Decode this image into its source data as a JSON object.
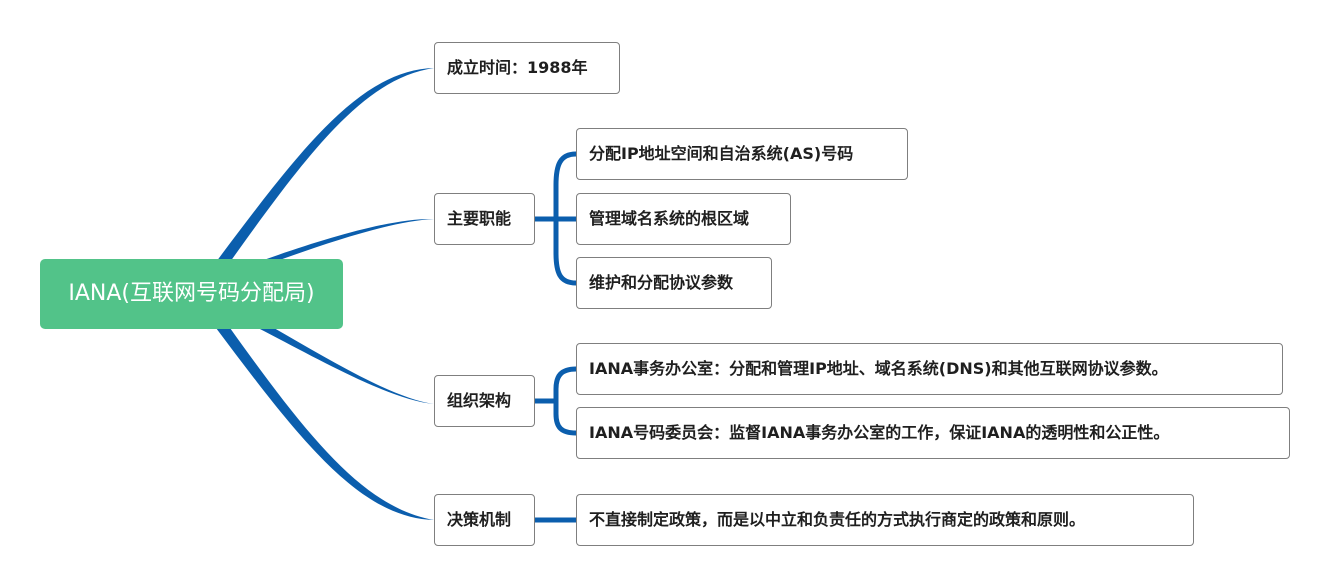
{
  "root": "IANA(互联网号码分配局)",
  "branches": {
    "founded": "成立时间：1988年",
    "functions": {
      "label": "主要职能",
      "items": [
        "分配IP地址空间和自治系统(AS)号码",
        "管理域名系统的根区域",
        "维护和分配协议参数"
      ]
    },
    "structure": {
      "label": "组织架构",
      "items": [
        "IANA事务办公室：分配和管理IP地址、域名系统(DNS)和其他互联网协议参数。",
        "IANA号码委员会：监督IANA事务办公室的工作，保证IANA的透明性和公正性。"
      ]
    },
    "decision": {
      "label": "决策机制",
      "items": [
        "不直接制定政策，而是以中立和负责任的方式执行商定的政策和原则。"
      ]
    }
  },
  "colors": {
    "connector": "#0b5ead",
    "root_fill": "#52c389",
    "root_text": "#ffffff",
    "node_border": "#7f7f7f"
  }
}
